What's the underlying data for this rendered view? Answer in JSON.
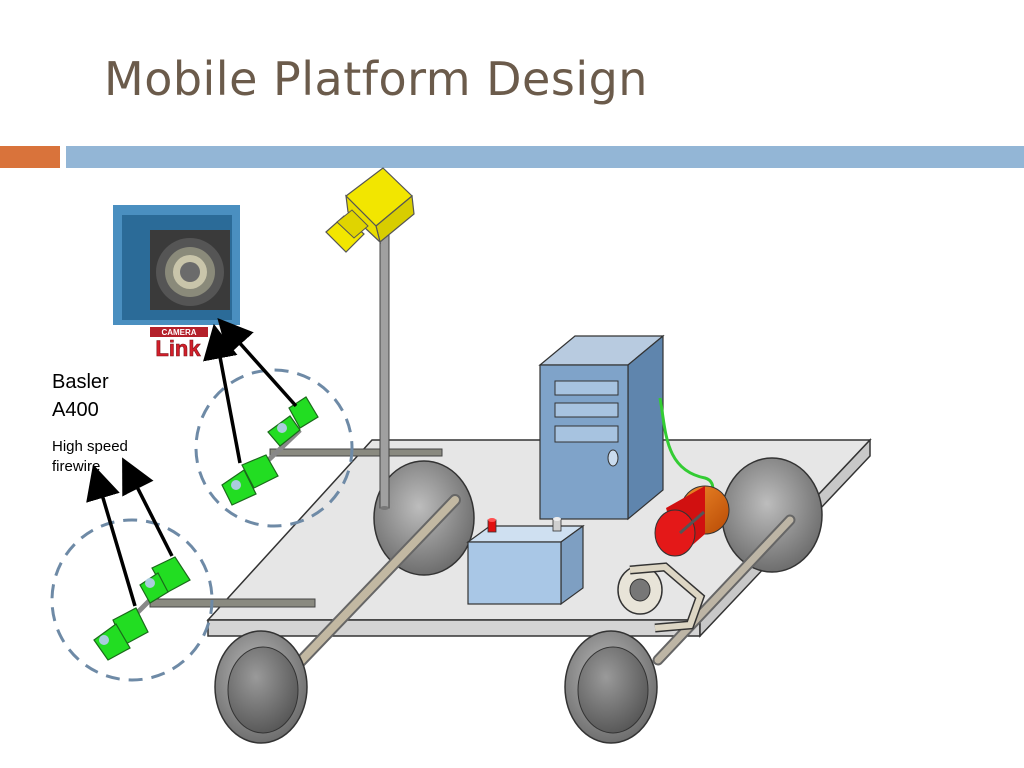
{
  "slide": {
    "title": "Mobile Platform Design"
  },
  "labels": {
    "camera_brand": "Basler",
    "camera_model": "A400",
    "camera_desc_line1": "High speed",
    "camera_desc_line2": "firewire",
    "logo_text_top": "CAMERA",
    "logo_text_main": "Link"
  },
  "colors": {
    "title": "#6b5b4b",
    "accent_orange": "#d9733b",
    "accent_blue": "#93b6d6",
    "camera_green": "#22dd22",
    "camera_yellow": "#f2e600",
    "computer_blue": "#7fa3c9",
    "battery_blue": "#a9c7e6",
    "motor_orange": "#e0650f"
  }
}
